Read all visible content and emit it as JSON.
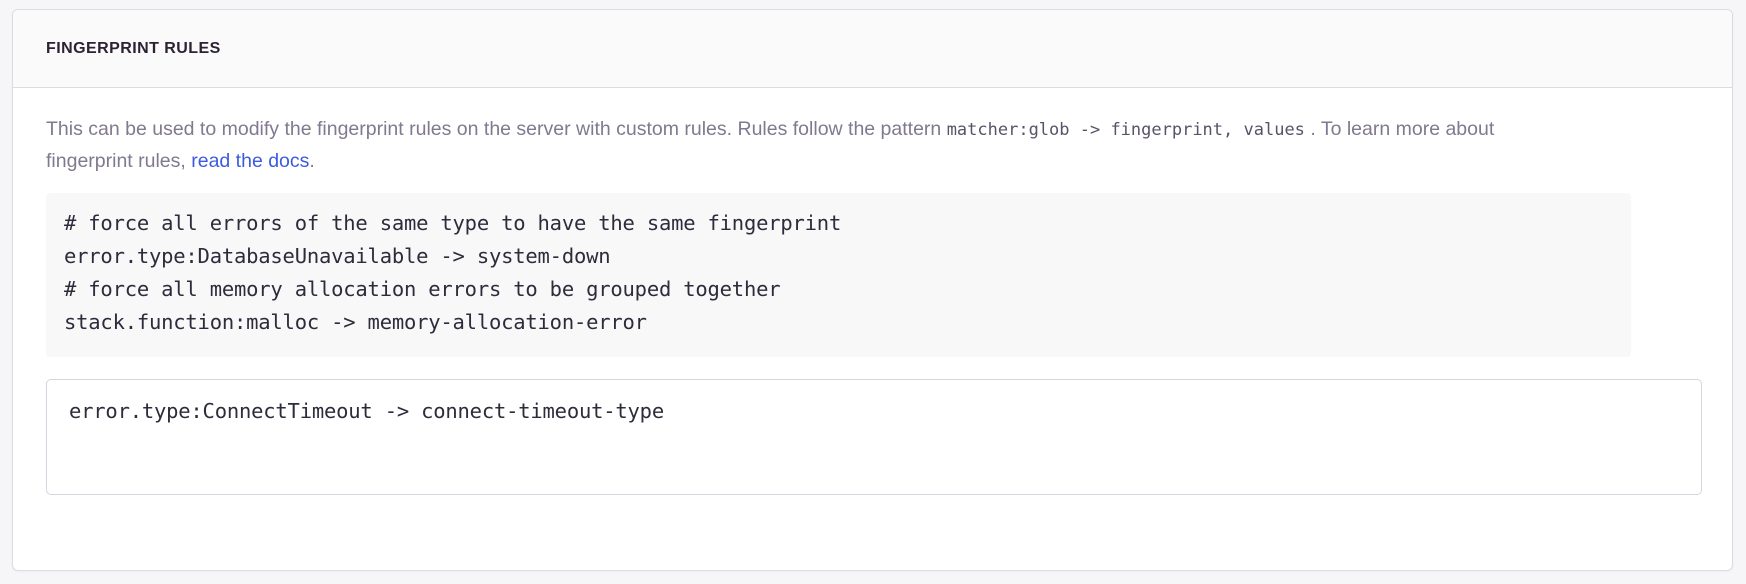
{
  "panel": {
    "title": "FINGERPRINT RULES",
    "description": {
      "text_before_code": "This can be used to modify the fingerprint rules on the server with custom rules. Rules follow the pattern ",
      "inline_code_1": "matcher:glob -> fingerprint, values",
      "text_between": " . To learn more about fingerprint rules, ",
      "link_label": "read the docs",
      "text_after_link": "."
    },
    "example_code": {
      "lines": [
        "# force all errors of the same type to have the same fingerprint",
        "error.type:DatabaseUnavailable -> system-down",
        "# force all memory allocation errors to be grouped together",
        "stack.function:malloc -> memory-allocation-error"
      ]
    },
    "rules_input": {
      "value": "error.type:ConnectTimeout -> connect-timeout-type",
      "placeholder": "error.type:ConnectTimeout -> connect-timeout-type"
    }
  },
  "colors": {
    "page_background": "#f6f6f9",
    "panel_background": "#ffffff",
    "panel_header_background": "#fafafb",
    "panel_border": "#dcdbe3",
    "title_text": "#2b2233",
    "body_text": "#80798f",
    "code_text": "#2e2b3b",
    "code_block_background": "#f8f8f9",
    "link": "#3c5cdd",
    "input_border": "#d6d4de"
  }
}
